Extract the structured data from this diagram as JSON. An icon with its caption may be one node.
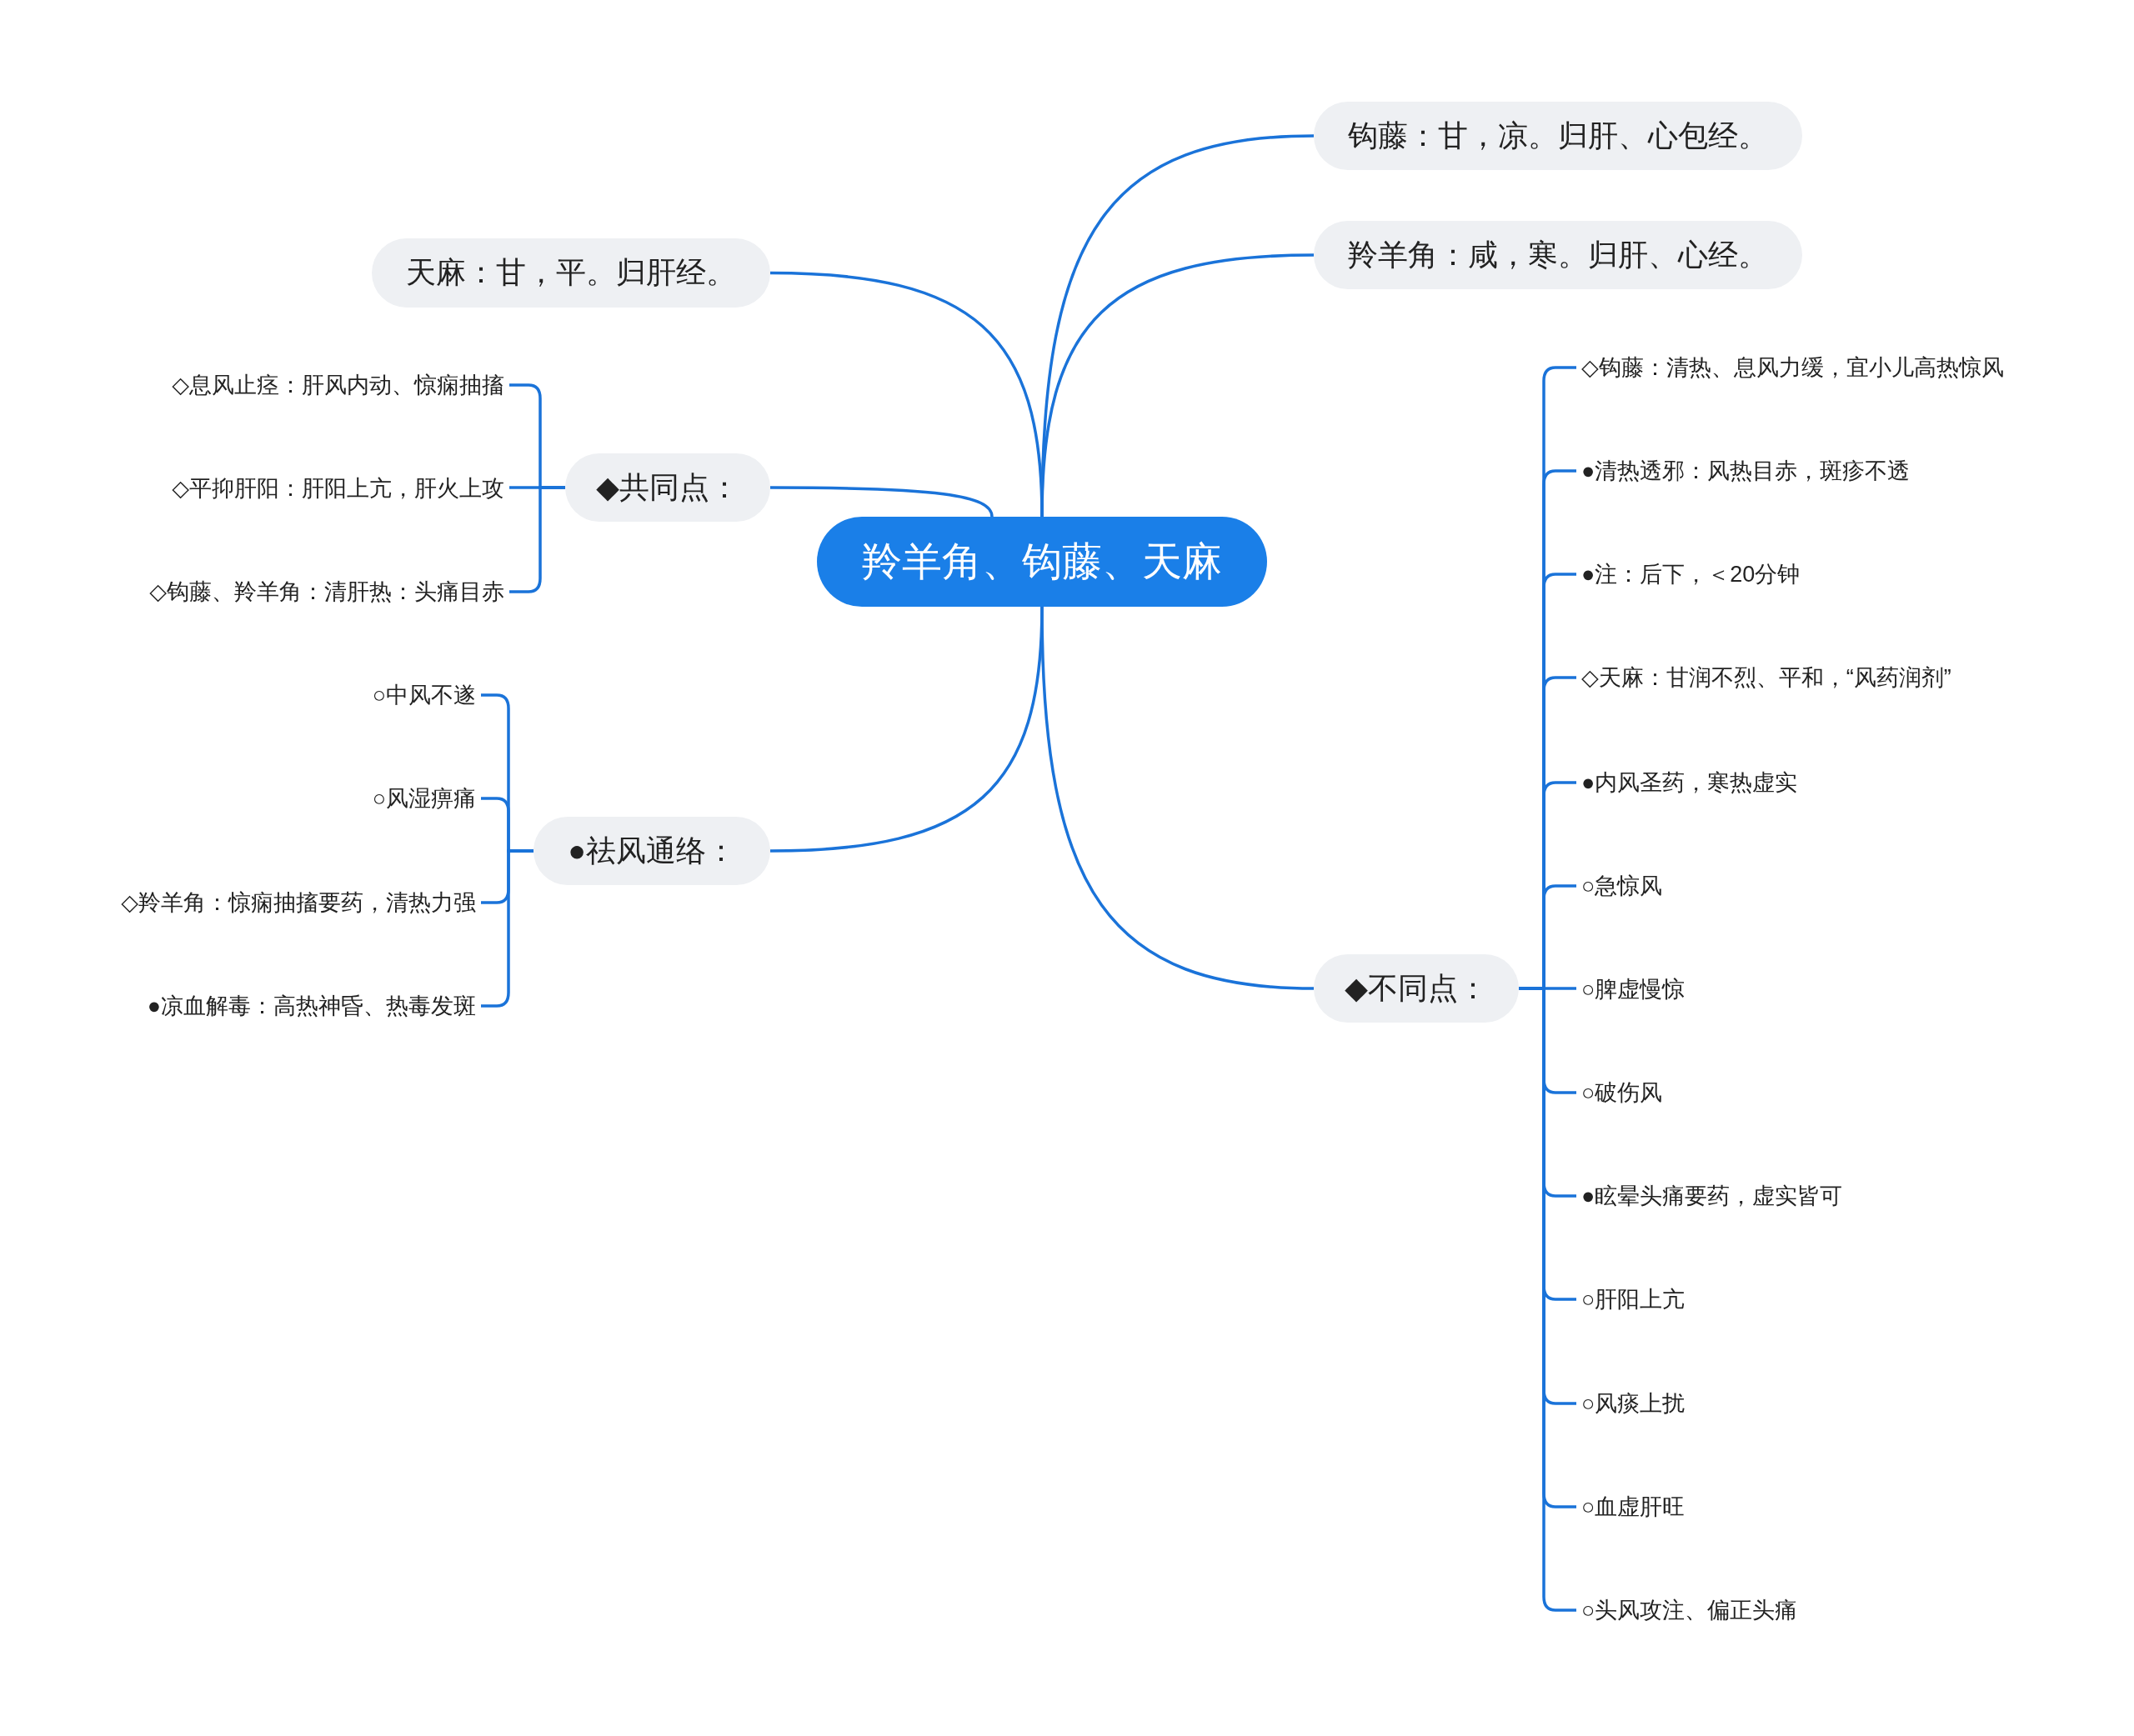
{
  "diagram": {
    "nodes": [
      {
        "text": [
          "羚羊角、钩藤、天麻"
        ]
      },
      {
        "text": [
          "钩藤：甘，凉。归肝、心包经。"
        ]
      },
      {
        "text": [
          "羚羊角：咸，寒。归肝、心经。"
        ]
      },
      {
        "text": [
          "天麻：甘，平。归肝经。"
        ]
      },
      {
        "text": [
          "◆共同点："
        ]
      },
      {
        "text": [
          "◇息风止痉：肝风内动、惊痫抽搐"
        ]
      },
      {
        "text": [
          "◇平抑肝阳：肝阳上亢，肝火上攻"
        ]
      },
      {
        "text": [
          "◇钩藤、羚羊角：清肝热：头痛目赤"
        ]
      },
      {
        "text": [
          "●祛风通络："
        ]
      },
      {
        "text": [
          "○中风不遂"
        ]
      },
      {
        "text": [
          "○风湿痹痛"
        ]
      },
      {
        "text": [
          "◇羚羊角：惊痫抽搐要药，清热力强"
        ]
      },
      {
        "text": [
          "●凉血解毒：高热神昏、热毒发斑"
        ]
      },
      {
        "text": [
          "◆不同点："
        ]
      },
      {
        "text": [
          "◇钩藤：清热、息风力缓，宜小儿高热惊风"
        ]
      },
      {
        "text": [
          "●清热透邪：风热目赤，斑疹不透"
        ]
      },
      {
        "text": [
          "●注：后下，＜20分钟"
        ]
      },
      {
        "text": [
          "◇天麻：甘润不烈、平和，“风药润剂”"
        ]
      },
      {
        "text": [
          "●内风圣药，寒热虚实"
        ]
      },
      {
        "text": [
          "○急惊风"
        ]
      },
      {
        "text": [
          "○脾虚慢惊"
        ]
      },
      {
        "text": [
          "○破伤风"
        ]
      },
      {
        "text": [
          "●眩晕头痛要药，虚实皆可"
        ]
      },
      {
        "text": [
          "○肝阳上亢"
        ]
      },
      {
        "text": [
          "○风痰上扰"
        ]
      },
      {
        "text": [
          "○血虚肝旺"
        ]
      },
      {
        "text": [
          "○头风攻注、偏正头痛"
        ]
      }
    ],
    "edges": [
      {
        "from": 0,
        "to": 1,
        "arrow": "none"
      },
      {
        "from": 0,
        "to": 2,
        "arrow": "none"
      },
      {
        "from": 0,
        "to": 3,
        "arrow": "none"
      },
      {
        "from": 0,
        "to": 4,
        "arrow": "none"
      },
      {
        "from": 4,
        "to": 5,
        "arrow": "none"
      },
      {
        "from": 4,
        "to": 6,
        "arrow": "none"
      },
      {
        "from": 4,
        "to": 7,
        "arrow": "none"
      },
      {
        "from": 0,
        "to": 8,
        "arrow": "none"
      },
      {
        "from": 8,
        "to": 9,
        "arrow": "none"
      },
      {
        "from": 8,
        "to": 10,
        "arrow": "none"
      },
      {
        "from": 8,
        "to": 11,
        "arrow": "none"
      },
      {
        "from": 8,
        "to": 12,
        "arrow": "none"
      },
      {
        "from": 0,
        "to": 13,
        "arrow": "none"
      },
      {
        "from": 13,
        "to": 14,
        "arrow": "none"
      },
      {
        "from": 13,
        "to": 15,
        "arrow": "none"
      },
      {
        "from": 13,
        "to": 16,
        "arrow": "none"
      },
      {
        "from": 13,
        "to": 17,
        "arrow": "none"
      },
      {
        "from": 13,
        "to": 18,
        "arrow": "none"
      },
      {
        "from": 13,
        "to": 19,
        "arrow": "none"
      },
      {
        "from": 13,
        "to": 20,
        "arrow": "none"
      },
      {
        "from": 13,
        "to": 21,
        "arrow": "none"
      },
      {
        "from": 13,
        "to": 22,
        "arrow": "none"
      },
      {
        "from": 13,
        "to": 23,
        "arrow": "none"
      },
      {
        "from": 13,
        "to": 24,
        "arrow": "none"
      },
      {
        "from": 13,
        "to": 25,
        "arrow": "none"
      },
      {
        "from": 13,
        "to": 26,
        "arrow": "none"
      }
    ]
  }
}
